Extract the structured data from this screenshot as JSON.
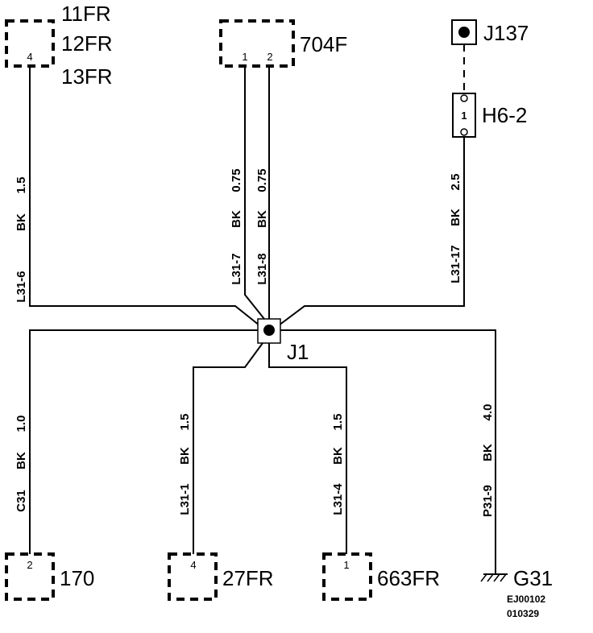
{
  "connectors": {
    "top_left": {
      "names": [
        "11FR",
        "12FR",
        "13FR"
      ],
      "pin": "4"
    },
    "top_mid": {
      "name": "704F",
      "pins": [
        "1",
        "2"
      ]
    },
    "bottom_170": {
      "name": "170",
      "pin": "2"
    },
    "bottom_27fr": {
      "name": "27FR",
      "pin": "4"
    },
    "bottom_663fr": {
      "name": "663FR",
      "pin": "1"
    }
  },
  "components": {
    "j137": {
      "name": "J137"
    },
    "h6_2": {
      "name": "H6-2",
      "pin": "1"
    },
    "splice": {
      "name": "J1"
    },
    "ground": {
      "name": "G31"
    }
  },
  "wires": {
    "l31_6": {
      "id": "L31-6",
      "color": "BK",
      "size": "1.5"
    },
    "l31_7": {
      "id": "L31-7",
      "color": "BK",
      "size": "0.75"
    },
    "l31_8": {
      "id": "L31-8",
      "color": "BK",
      "size": "0.75"
    },
    "l31_17": {
      "id": "L31-17",
      "color": "BK",
      "size": "2.5"
    },
    "c31": {
      "id": "C31",
      "color": "BK",
      "size": "1.0"
    },
    "l31_1": {
      "id": "L31-1",
      "color": "BK",
      "size": "1.5"
    },
    "l31_4": {
      "id": "L31-4",
      "color": "BK",
      "size": "1.5"
    },
    "p31_9": {
      "id": "P31-9",
      "color": "BK",
      "size": "4.0"
    }
  },
  "footer": {
    "code": "EJ00102",
    "date": "010329"
  }
}
